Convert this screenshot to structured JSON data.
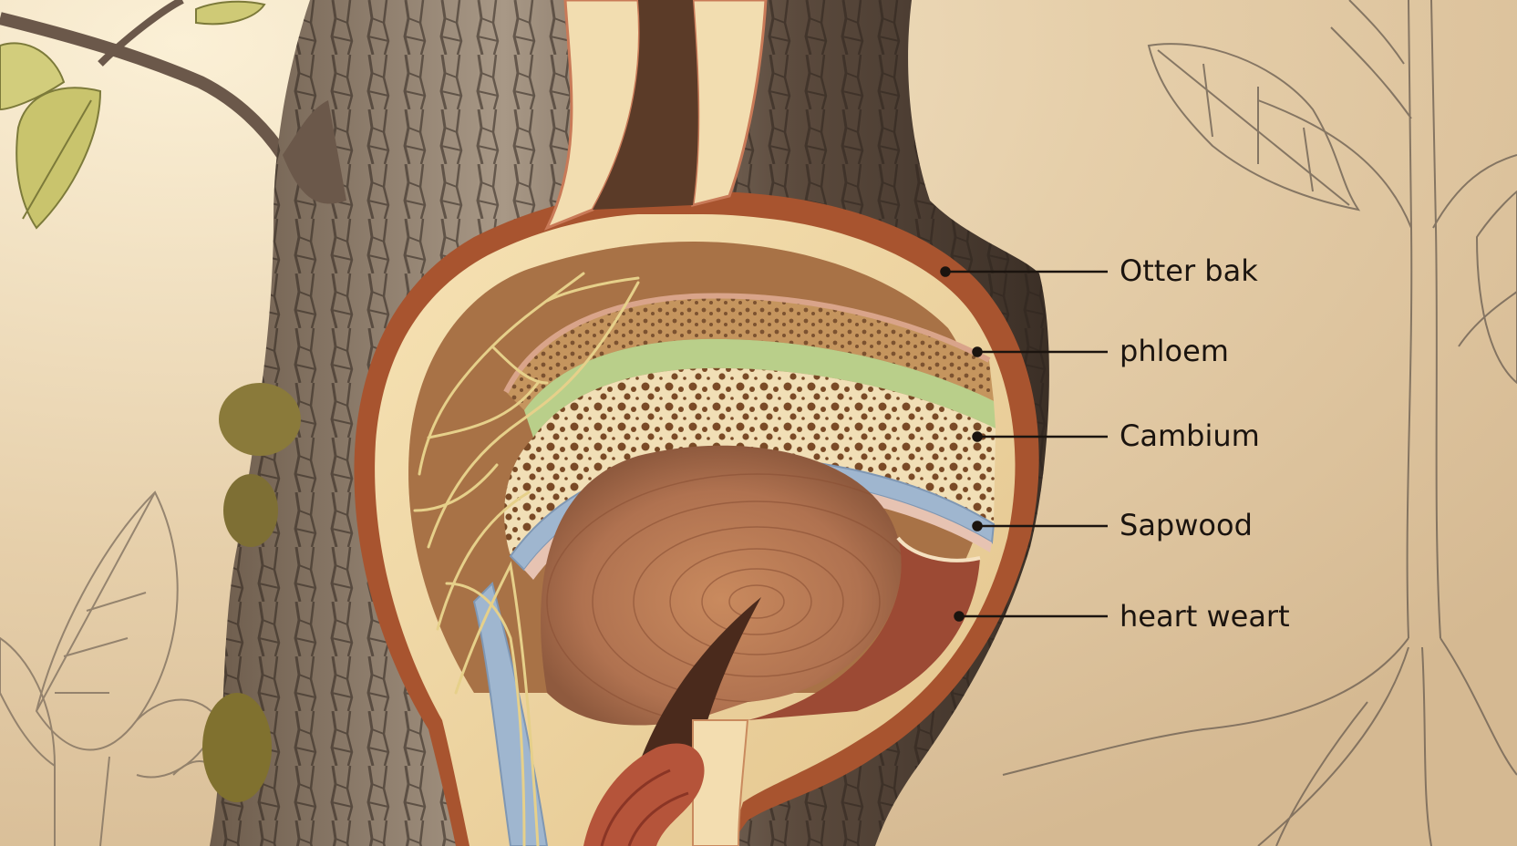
{
  "labels": {
    "outer_bark": "Otter bak",
    "phloem": "phloem",
    "cambium": "Cambium",
    "sapwood": "Sapwood",
    "heartwood": "heart weart"
  },
  "colors": {
    "background_light": "#f4e6c8",
    "background_dark": "#d7bd98",
    "bark_dark": "#4a3a2e",
    "bark_light": "#cfc3b2",
    "outer_ring": "#f0d9a8",
    "phloem": "#b98a57",
    "cambium": "#b9cf8a",
    "sapwood": "#efdcb0",
    "inner_blue": "#9fb6cf",
    "heartwood": "#b8754f",
    "heartwood_red": "#9c4a34",
    "roots": "#e6d08a",
    "leaf_green": "#c5c26a",
    "sketch_line": "#6f6254",
    "leader_line": "#1b140f"
  }
}
